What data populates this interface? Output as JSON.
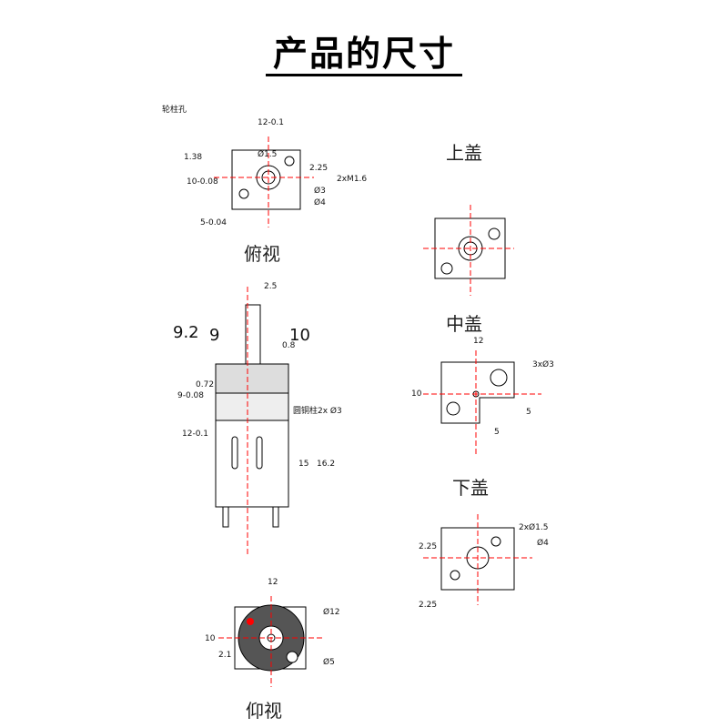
{
  "title": "产品的尺寸",
  "views": {
    "top": "俯视",
    "upper": "上盖",
    "middle": "中盖",
    "lower": "下盖",
    "bottom": "仰视"
  },
  "labels": {
    "hole": "轮柱孔",
    "d15": "Ø1.5",
    "w12": "12-0.1",
    "m16": "2xM1.6",
    "d3": "Ø3",
    "d4": "Ø4",
    "v138": "1.38",
    "v225": "2.25",
    "v10": "10-0.08",
    "v5": "5-0.04",
    "s25": "2.5",
    "s92": "9.2",
    "s9": "9",
    "s10": "10",
    "s08": "0.8",
    "s072": "0.72",
    "s9b": "9-0.08",
    "pin": "圆铜柱2x Ø3",
    "s15": "15",
    "s162": "16.2",
    "s12": "12-0.1",
    "m12": "12",
    "m10": "10",
    "m3": "3xØ3",
    "m5a": "5",
    "m5b": "5",
    "l15": "2xØ1.5",
    "l4": "Ø4",
    "l225a": "2.25",
    "l225b": "2.25",
    "b12": "12",
    "b10": "10",
    "b21": "2.1",
    "bd12": "Ø12",
    "bd5": "Ø5"
  }
}
